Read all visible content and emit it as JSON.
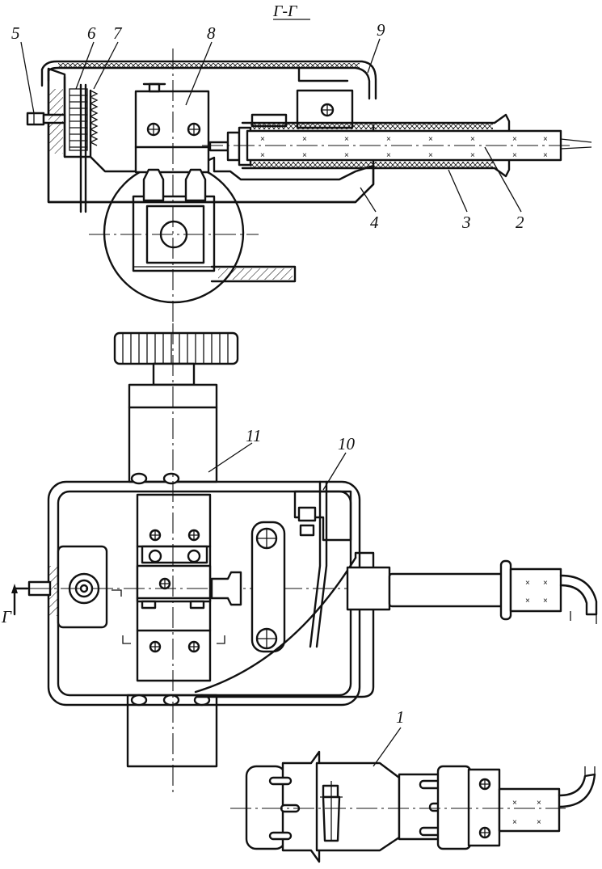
{
  "section_title": "Г-Г",
  "section_marker": "Г",
  "callouts": [
    "1",
    "2",
    "3",
    "4",
    "5",
    "6",
    "7",
    "8",
    "9",
    "10",
    "11"
  ],
  "line_color": "#111111",
  "background": "#ffffff"
}
